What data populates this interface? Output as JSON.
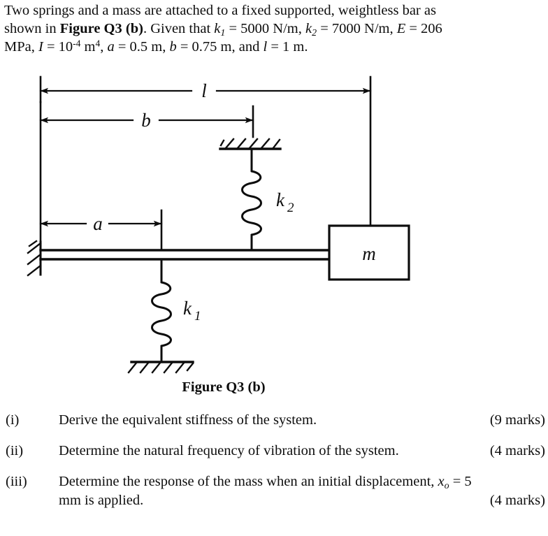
{
  "problem": {
    "line1": "Two springs and a mass are attached to a fixed supported, weightless bar as",
    "line2_pre": "shown in ",
    "line2_figure_ref": "Figure Q3 (b)",
    "line2_post": ". Given that ",
    "line2_k1_sym": "k",
    "line2_k1_sub": "1",
    "line2_k1_val": " = 5000 N/m, ",
    "line2_k2_sym": "k",
    "line2_k2_sub": "2",
    "line2_k2_val": " = 7000 N/m, ",
    "line2_E_sym": "E",
    "line2_E_val": " = 206",
    "line3_mpa": "MPa, ",
    "line3_I_sym": "I",
    "line3_I_eq": " = 10",
    "line3_I_exp": "-4",
    "line3_I_unit": " m",
    "line3_I_unit_exp": "4",
    "line3_a_pre": ", ",
    "line3_a_sym": "a",
    "line3_a_val": " = 0.5 m, ",
    "line3_b_sym": "b",
    "line3_b_val": " = 0.75 m, and ",
    "line3_l_sym": "l",
    "line3_l_val": " = 1 m."
  },
  "figure": {
    "caption": "Figure Q3 (b)",
    "labels": {
      "length_l": "l",
      "length_b": "b",
      "length_a": "a",
      "spring_k1_sym": "k",
      "spring_k1_sub": "1",
      "spring_k2_sym": "k",
      "spring_k2_sub": "2",
      "mass": "m"
    },
    "values": {
      "k1": "5000 N/m",
      "k2": "7000 N/m",
      "E": "206 MPa",
      "I": "10^-4 m^4",
      "a": "0.5 m",
      "b": "0.75 m",
      "l": "1 m"
    },
    "colors": {
      "ink": "#0d0d0d",
      "background": "#ffffff"
    }
  },
  "questions": [
    {
      "label": "(i)",
      "text": "Derive the equivalent stiffness of the system.",
      "marks": "(9 marks)",
      "layout": "inline"
    },
    {
      "label": "(ii)",
      "text": "Determine the natural frequency of vibration of the system.",
      "marks": "(4 marks)",
      "layout": "inline"
    },
    {
      "label": "(iii)",
      "text_line1_pre": "Determine the response of the mass when an initial displacement, ",
      "text_line1_sym": "x",
      "text_line1_sub": "o",
      "text_line1_post": " = 5",
      "text_line2": "mm is applied.",
      "marks": "(4 marks)",
      "layout": "two-line"
    }
  ]
}
